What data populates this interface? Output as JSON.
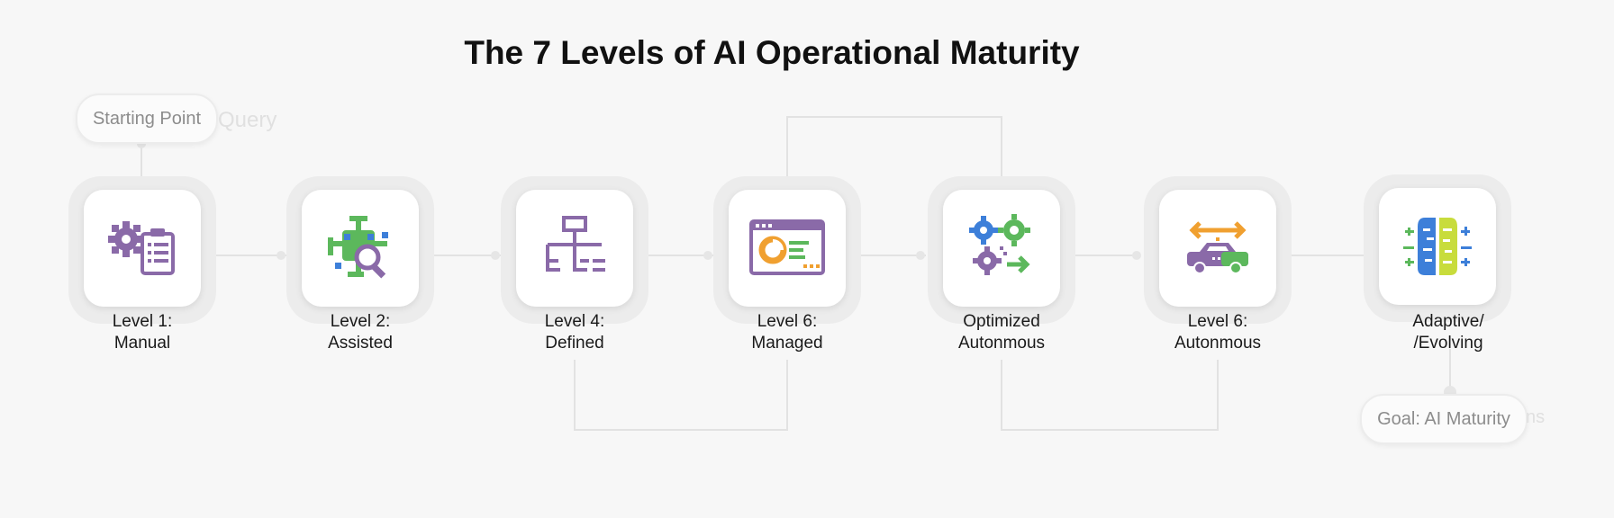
{
  "title": "The 7 Levels of AI Operational Maturity",
  "start_pill": "Starting Point",
  "start_ghost": "Query",
  "goal_pill": "Goal: AI Maturity",
  "goal_ghost": "ns",
  "levels": [
    {
      "line1": "Level 1:",
      "line2": "Manual",
      "icon": "gear-clipboard-icon"
    },
    {
      "line1": "Level 2:",
      "line2": "Assisted",
      "icon": "network-magnifier-icon"
    },
    {
      "line1": "Level 4:",
      "line2": "Defined",
      "icon": "hierarchy-icon"
    },
    {
      "line1": "Level 6:",
      "line2": "Managed",
      "icon": "dashboard-window-icon"
    },
    {
      "line1": "Optimized",
      "line2": "Autonmous",
      "icon": "gears-arrow-icon"
    },
    {
      "line1": "Level 6:",
      "line2": "Autonmous",
      "icon": "autonomous-car-icon"
    },
    {
      "line1": "Adaptive/",
      "line2": "/Evolving",
      "icon": "evolving-brain-icon"
    }
  ],
  "colors": {
    "purple": "#8a6aa8",
    "green": "#5cb85c",
    "blue": "#3d7fd9",
    "orange": "#f0a030",
    "lime": "#c8dc3c",
    "connector": "#e2e2e2"
  }
}
